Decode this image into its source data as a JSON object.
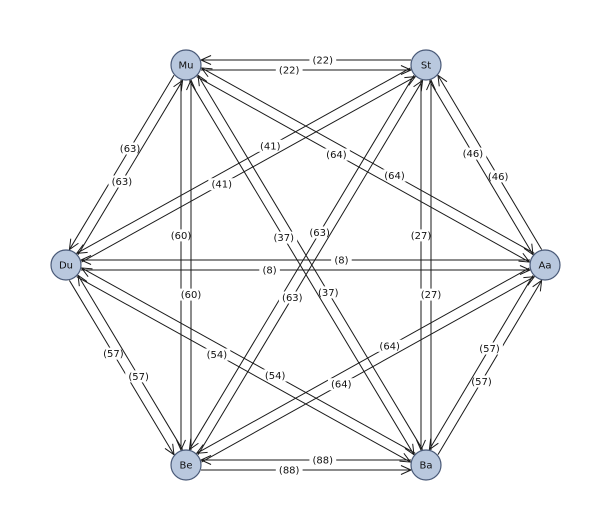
{
  "colors": {
    "node_fill": "#b9c8de",
    "node_stroke": "#4a5a78",
    "edge": "#1a1a1a",
    "background": "#ffffff"
  },
  "nodes": [
    {
      "id": "Mu",
      "label": "Mu"
    },
    {
      "id": "St",
      "label": "St"
    },
    {
      "id": "Du",
      "label": "Du"
    },
    {
      "id": "Aa",
      "label": "Aa"
    },
    {
      "id": "Be",
      "label": "Be"
    },
    {
      "id": "Ba",
      "label": "Ba"
    }
  ],
  "edges": [
    {
      "from": "St",
      "to": "Mu",
      "label": "(22)"
    },
    {
      "from": "Mu",
      "to": "St",
      "label": "(22)"
    },
    {
      "from": "Mu",
      "to": "Du",
      "label": "(63)"
    },
    {
      "from": "Du",
      "to": "Mu",
      "label": "(63)"
    },
    {
      "from": "St",
      "to": "Du",
      "label": "(41)"
    },
    {
      "from": "Du",
      "to": "St",
      "label": "(41)"
    },
    {
      "from": "Aa",
      "to": "Mu",
      "label": "(64)"
    },
    {
      "from": "Mu",
      "to": "Aa",
      "label": "(64)"
    },
    {
      "from": "Aa",
      "to": "St",
      "label": "(46)"
    },
    {
      "from": "St",
      "to": "Aa",
      "label": "(46)"
    },
    {
      "from": "Aa",
      "to": "Du",
      "label": "(8)"
    },
    {
      "from": "Du",
      "to": "Aa",
      "label": "(8)"
    },
    {
      "from": "Mu",
      "to": "Be",
      "label": "(60)"
    },
    {
      "from": "Be",
      "to": "Mu",
      "label": "(60)"
    },
    {
      "from": "Ba",
      "to": "Mu",
      "label": "(37)"
    },
    {
      "from": "Mu",
      "to": "Ba",
      "label": "(37)"
    },
    {
      "from": "St",
      "to": "Be",
      "label": "(63)"
    },
    {
      "from": "Be",
      "to": "St",
      "label": "(63)"
    },
    {
      "from": "St",
      "to": "Ba",
      "label": "(27)"
    },
    {
      "from": "Ba",
      "to": "St",
      "label": "(27)"
    },
    {
      "from": "Du",
      "to": "Be",
      "label": "(57)"
    },
    {
      "from": "Be",
      "to": "Du",
      "label": "(57)"
    },
    {
      "from": "Ba",
      "to": "Du",
      "label": "(54)"
    },
    {
      "from": "Du",
      "to": "Ba",
      "label": "(54)"
    },
    {
      "from": "Aa",
      "to": "Be",
      "label": "(64)"
    },
    {
      "from": "Be",
      "to": "Aa",
      "label": "(64)"
    },
    {
      "from": "Ba",
      "to": "Aa",
      "label": "(57)"
    },
    {
      "from": "Aa",
      "to": "Ba",
      "label": "(57)"
    },
    {
      "from": "Ba",
      "to": "Be",
      "label": "(88)"
    },
    {
      "from": "Be",
      "to": "Ba",
      "label": "(88)"
    }
  ]
}
